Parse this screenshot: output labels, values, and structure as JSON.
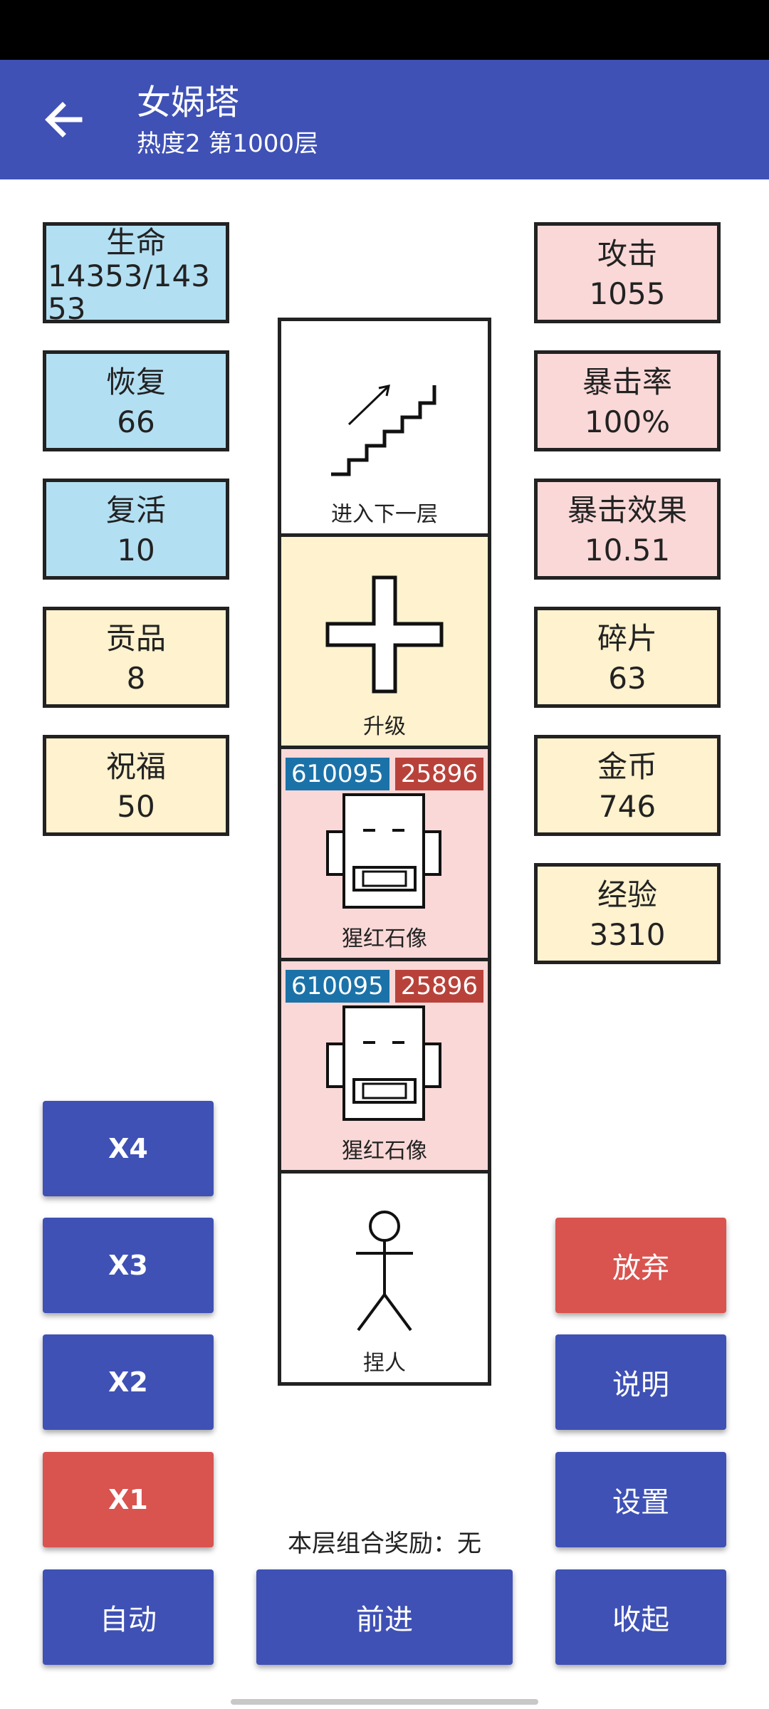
{
  "appbar": {
    "title": "女娲塔",
    "subtitle": "热度2 第1000层"
  },
  "left_stats": [
    {
      "label": "生命",
      "value": "14353/14353"
    },
    {
      "label": "恢复",
      "value": "66"
    },
    {
      "label": "复活",
      "value": "10"
    },
    {
      "label": "贡品",
      "value": "8"
    },
    {
      "label": "祝福",
      "value": "50"
    }
  ],
  "right_stats": [
    {
      "label": "攻击",
      "value": "1055"
    },
    {
      "label": "暴击率",
      "value": "100%"
    },
    {
      "label": "暴击效果",
      "value": "10.51"
    },
    {
      "label": "碎片",
      "value": "63"
    },
    {
      "label": "金币",
      "value": "746"
    },
    {
      "label": "经验",
      "value": "3310"
    }
  ],
  "tower": [
    {
      "type": "stairs",
      "label": "进入下一层"
    },
    {
      "type": "upgrade",
      "label": "升级"
    },
    {
      "type": "enemy",
      "label": "猩红石像",
      "hp": "610095",
      "atk": "25896"
    },
    {
      "type": "enemy",
      "label": "猩红石像",
      "hp": "610095",
      "atk": "25896"
    },
    {
      "type": "player",
      "label": "捏人"
    }
  ],
  "speed_buttons": [
    "X4",
    "X3",
    "X2",
    "X1"
  ],
  "right_buttons": [
    "放弃",
    "说明",
    "设置"
  ],
  "bottom_buttons": {
    "auto": "自动",
    "forward": "前进",
    "collapse": "收起"
  },
  "reward_text": "本层组合奖励：无",
  "colors": {
    "primary": "#3f51b5",
    "danger": "#d9534f",
    "hp_badge": "#1b72a8",
    "atk_badge": "#b8423a"
  }
}
